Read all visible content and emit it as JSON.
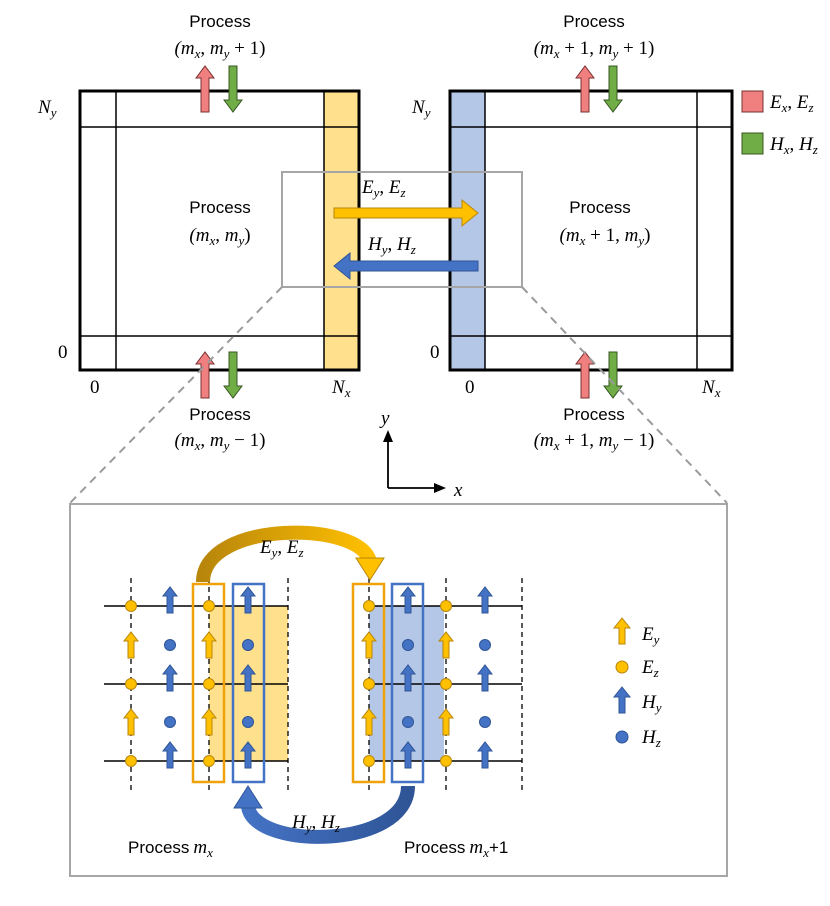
{
  "colors": {
    "yellow_strip": "#FFE08C",
    "blue_strip": "#B4C7E7",
    "red_arrow": "#F08080",
    "green_arrow": "#70AD47",
    "orange_arrow": "#FFC000",
    "blue_arrow": "#4472C4",
    "orange_outline": "#F0A20A",
    "blue_outline": "#4472C4"
  },
  "top": {
    "left_block": {
      "center_label": "Process",
      "center_coord": "(m_x, m_y)",
      "top_label": "Process",
      "top_coord": "(m_x, m_y + 1)",
      "bottom_label": "Process",
      "bottom_coord": "(m_x, m_y − 1)",
      "ny": "N_y",
      "zero_y": "0",
      "zero_x": "0",
      "nx": "N_x"
    },
    "right_block": {
      "center_label": "Process",
      "center_coord": "(m_x + 1, m_y)",
      "top_label": "Process",
      "top_coord": "(m_x + 1, m_y + 1)",
      "bottom_label": "Process",
      "bottom_coord": "(m_x + 1, m_y − 1)",
      "ny": "N_y",
      "zero_y": "0",
      "zero_x": "0",
      "nx": "N_x"
    },
    "exchange": {
      "e_label": "E_y, E_z",
      "h_label": "H_y, H_z"
    },
    "legend": {
      "red": "E_x, E_z",
      "green": "H_x, H_z"
    },
    "axes": {
      "x": "x",
      "y": "y"
    }
  },
  "zoom": {
    "e_label": "E_y, E_z",
    "h_label": "H_y, H_z",
    "left_process_prefix": "Process",
    "left_process_var": "m_x",
    "right_process_prefix": "Process",
    "right_process_var": "m_x",
    "right_process_suffix": "+1",
    "legend": [
      "E_y",
      "E_z",
      "H_y",
      "H_z"
    ]
  }
}
